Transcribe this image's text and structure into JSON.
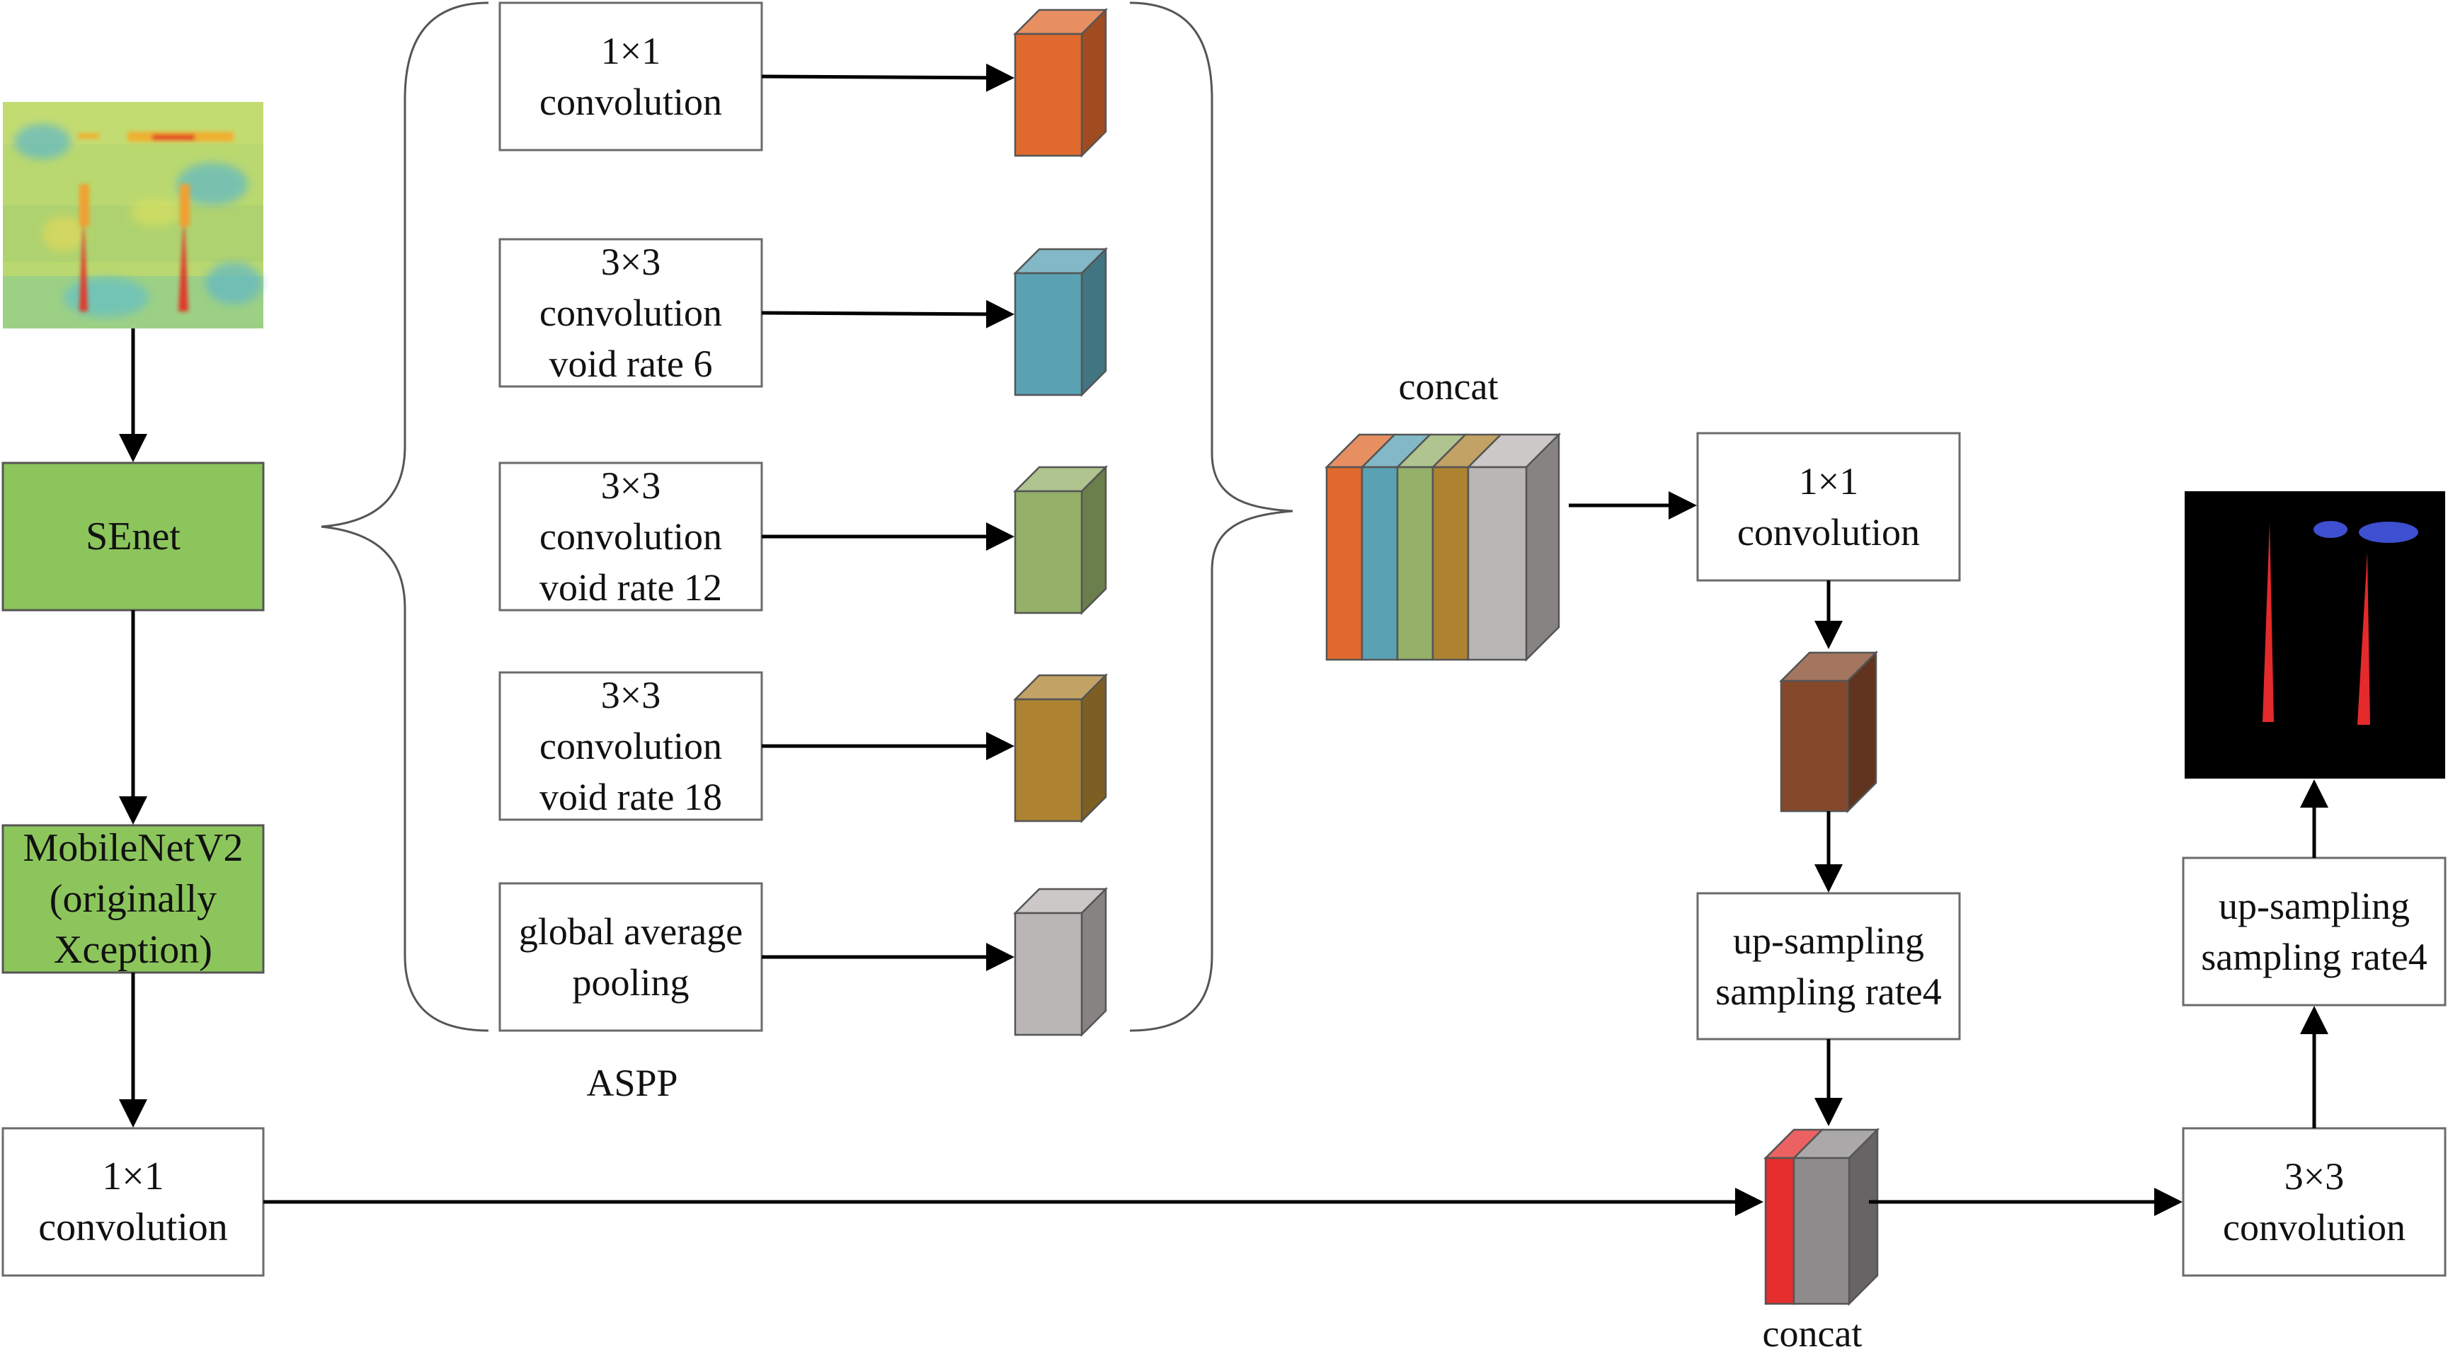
{
  "colors": {
    "senet_fill": "#8cc55c",
    "mobilenet_fill": "#8cc55c",
    "orange": "#e06a2d",
    "blue": "#5aa2b3",
    "green": "#94b069",
    "gold": "#ad8331",
    "gray": "#bbb6b6",
    "brown": "#86482b",
    "red": "#e52d2d",
    "darkgray": "#8f8b8c"
  },
  "nodes": {
    "senet": {
      "lines": [
        "SEnet"
      ]
    },
    "mobilenet": {
      "lines": [
        "MobileNetV2",
        "(originally",
        "Xception)"
      ]
    },
    "conv1x1_low": {
      "lines": [
        "1×1",
        "convolution"
      ]
    },
    "aspp_conv1x1": {
      "lines": [
        "1×1",
        "convolution"
      ]
    },
    "aspp_rate6": {
      "lines": [
        "3×3",
        "convolution",
        "void rate 6"
      ]
    },
    "aspp_rate12": {
      "lines": [
        "3×3",
        "convolution",
        "void rate 12"
      ]
    },
    "aspp_rate18": {
      "lines": [
        "3×3",
        "convolution",
        "void rate 18"
      ]
    },
    "aspp_pool": {
      "lines": [
        "global average",
        "pooling"
      ]
    },
    "conv1x1_mid": {
      "lines": [
        "1×1",
        "convolution"
      ]
    },
    "upsample_1": {
      "lines": [
        "up-sampling",
        "sampling rate4"
      ]
    },
    "upsample_2": {
      "lines": [
        "up-sampling",
        "sampling rate4"
      ]
    },
    "conv3x3_final": {
      "lines": [
        "3×3",
        "convolution"
      ]
    }
  },
  "labels": {
    "aspp": "ASPP",
    "concat_top": "concat",
    "concat_bottom": "concat"
  }
}
